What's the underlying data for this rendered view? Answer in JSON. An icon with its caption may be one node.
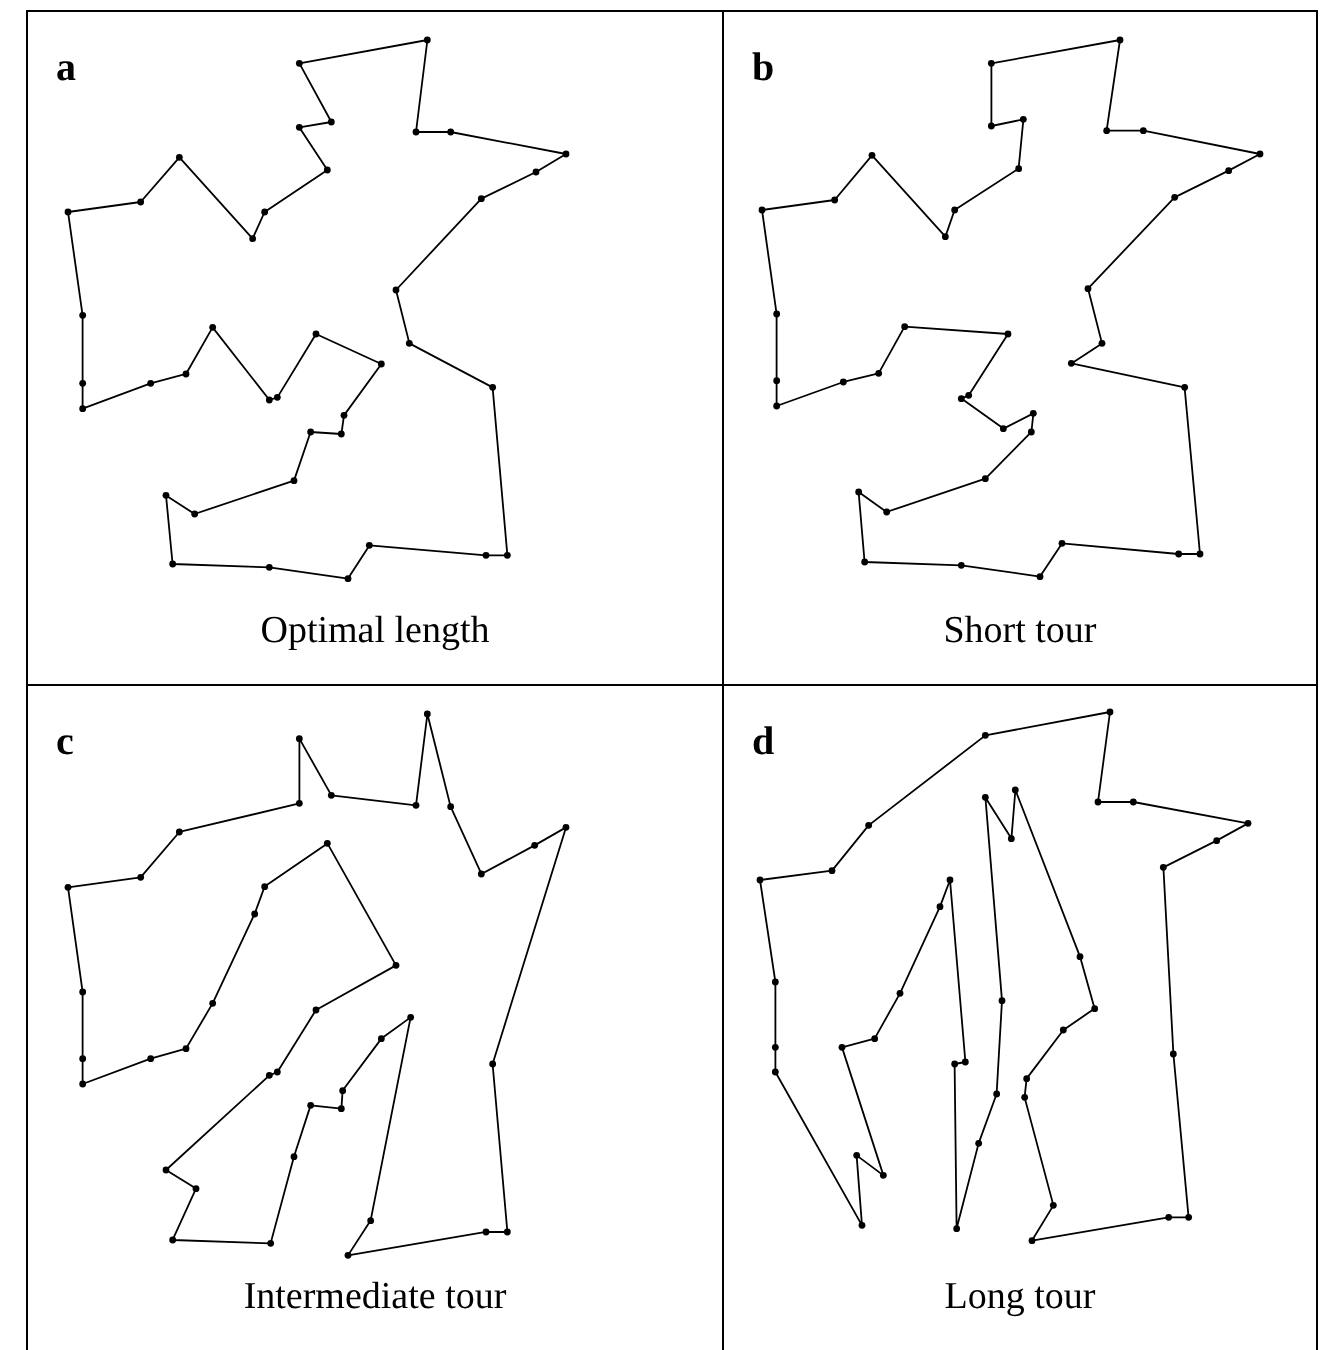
{
  "diagram": {
    "nodes": [
      {
        "text": [
          "a",
          "Optimal length"
        ]
      },
      {
        "text": [
          "b",
          "Short tour"
        ]
      },
      {
        "text": [
          "c",
          "Intermediate tour"
        ]
      },
      {
        "text": [
          "d",
          "Long tour"
        ]
      }
    ]
  }
}
